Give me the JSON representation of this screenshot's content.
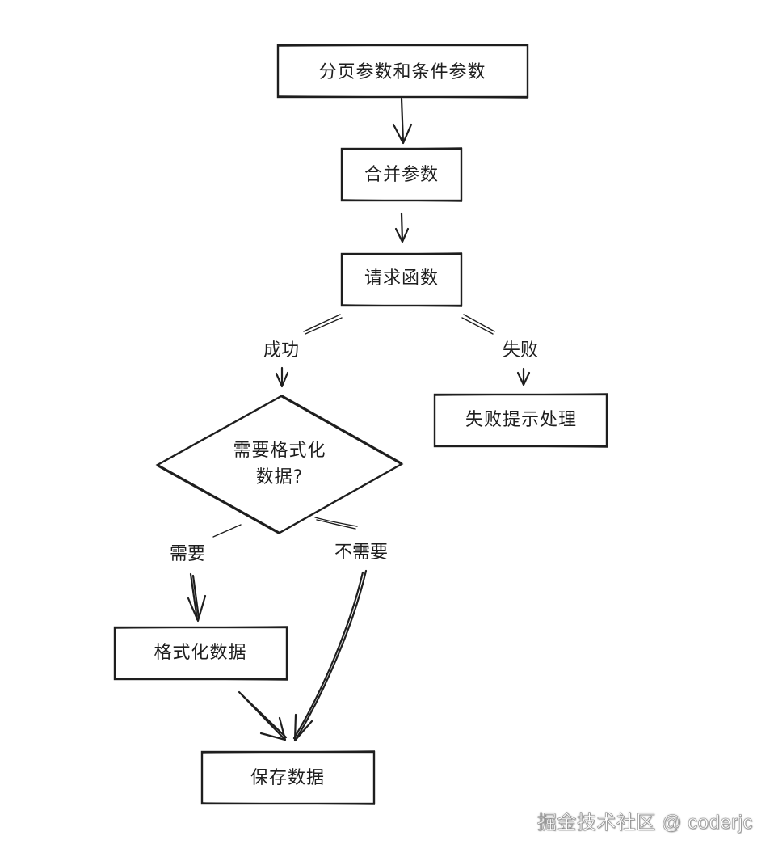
{
  "nodes": {
    "params": "分页参数和条件参数",
    "merge": "合并参数",
    "request": "请求函数",
    "fail_handle": "失败提示处理",
    "decision_line1": "需要格式化",
    "decision_line2": "数据?",
    "format": "格式化数据",
    "save": "保存数据"
  },
  "edges": {
    "success": "成功",
    "failure": "失败",
    "need": "需要",
    "no_need": "不需要"
  },
  "watermark": "掘金技术社区 @ coderjc",
  "colors": {
    "stroke": "#1e1e1e",
    "background": "#ffffff"
  }
}
